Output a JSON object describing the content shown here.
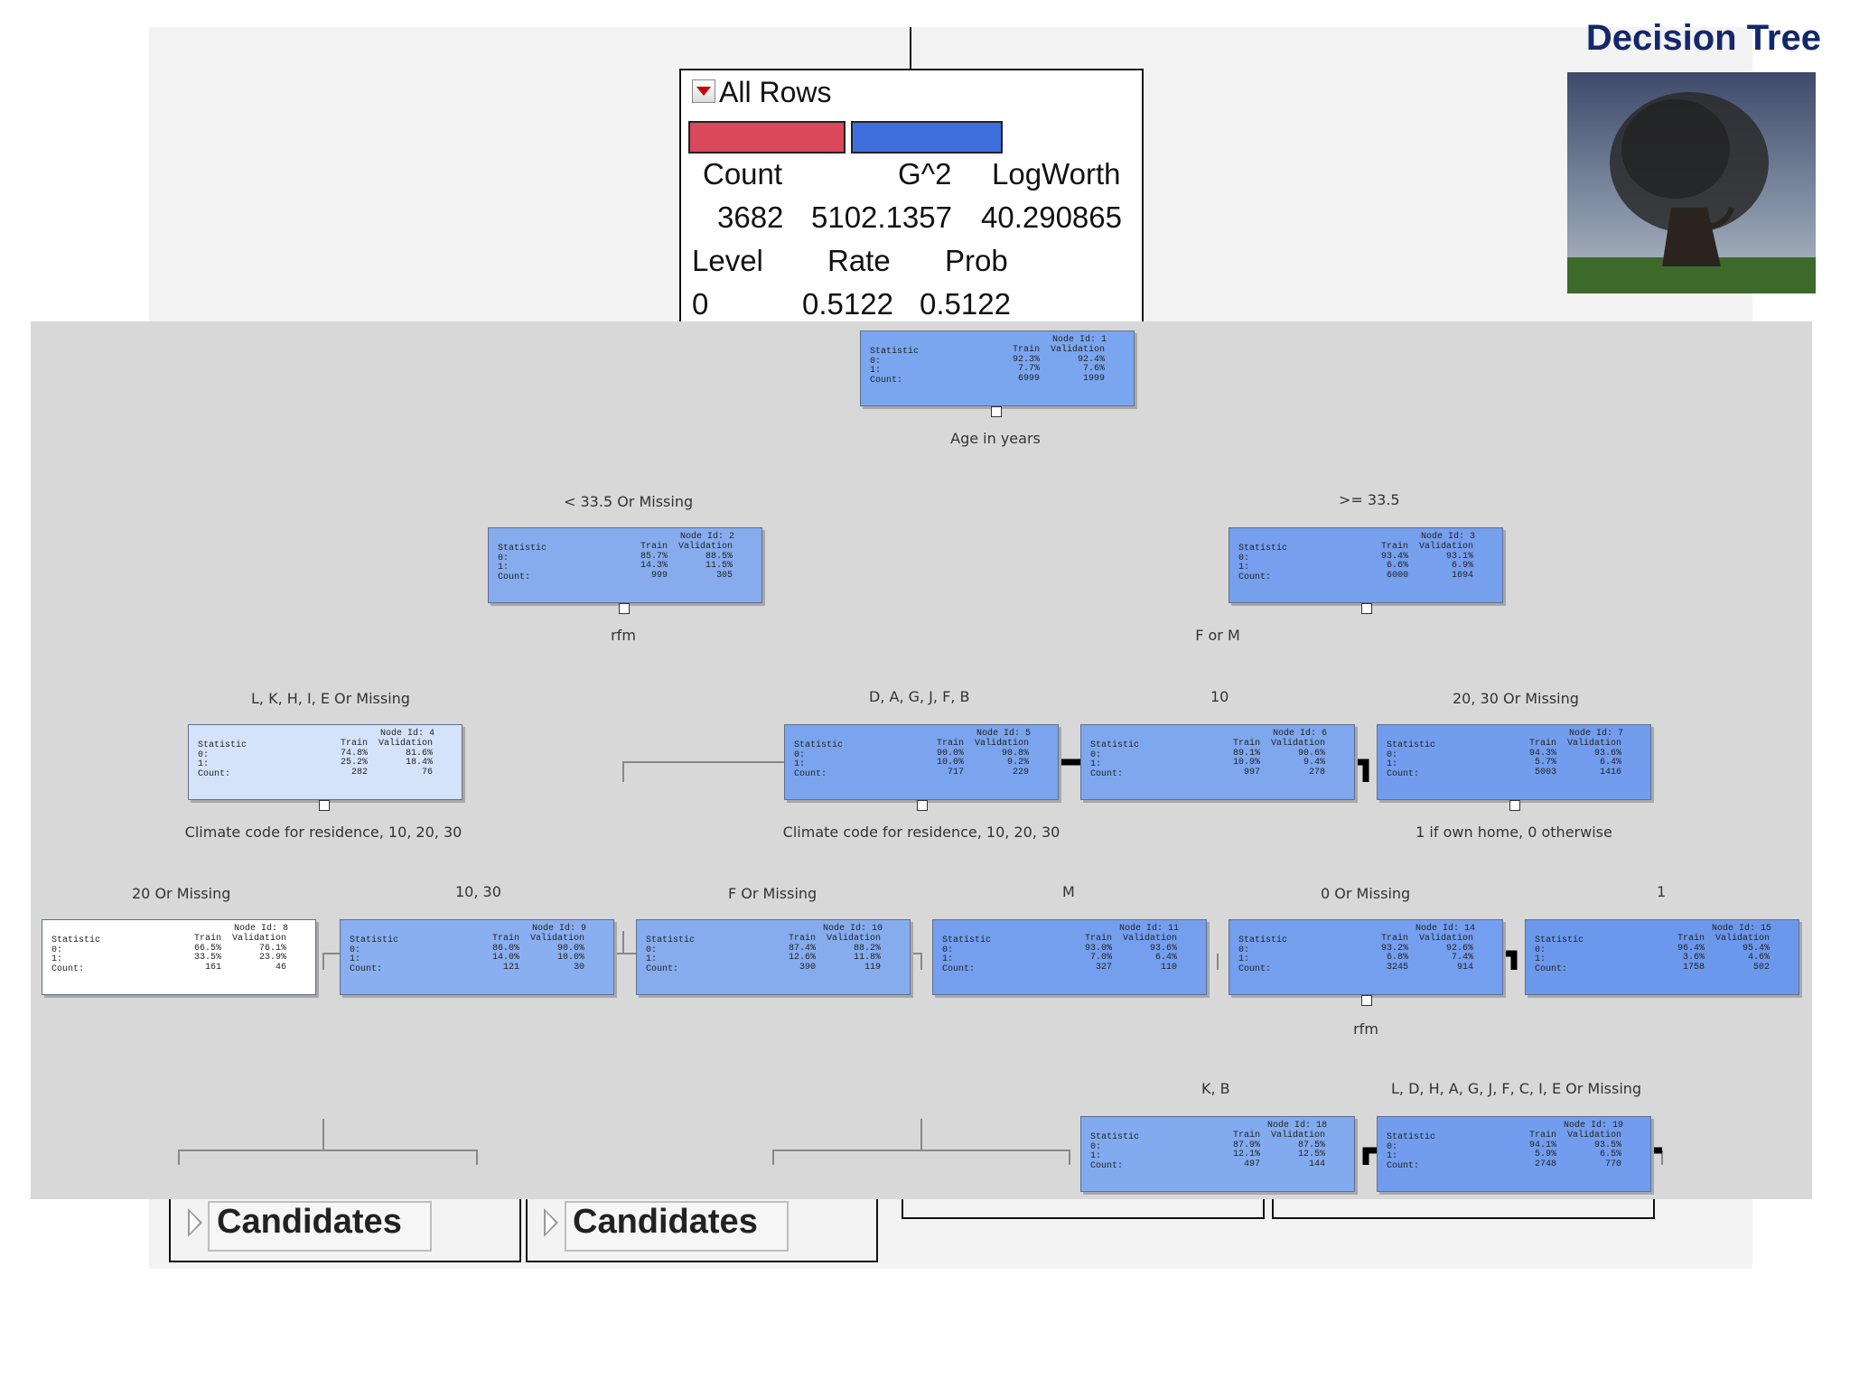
{
  "slide_title": "Decision Tree",
  "jmp_report": {
    "caption": "All Rows",
    "headers": [
      "Count",
      "G^2",
      "LogWorth"
    ],
    "values": [
      "3682",
      "5102.1357",
      "40.290865"
    ],
    "level_headers": [
      "Level",
      "Rate",
      "Prob"
    ],
    "level_values": [
      "0",
      "0.5122",
      "0.5122"
    ],
    "bar_colors": [
      "#d9485b",
      "#3f6fdc"
    ]
  },
  "candidates": [
    "Candidates",
    "Candidates"
  ],
  "tree": {
    "col_train": "Train",
    "col_valid": "Validation",
    "stat_label": "Statistic",
    "row_labels": [
      "0:",
      "1:",
      "Count:"
    ],
    "node_id_label": "Node Id:",
    "nodes": [
      {
        "id": "1",
        "train": [
          "92.3%",
          "7.7%",
          "6999"
        ],
        "valid": [
          "92.4%",
          "7.6%",
          "1999"
        ],
        "color": "#7aa6f0"
      },
      {
        "id": "2",
        "train": [
          "85.7%",
          "14.3%",
          "999"
        ],
        "valid": [
          "88.5%",
          "11.5%",
          "305"
        ],
        "color": "#86acee"
      },
      {
        "id": "3",
        "train": [
          "93.4%",
          "6.6%",
          "6000"
        ],
        "valid": [
          "93.1%",
          "6.9%",
          "1694"
        ],
        "color": "#769fee"
      },
      {
        "id": "4",
        "train": [
          "74.8%",
          "25.2%",
          "282"
        ],
        "valid": [
          "81.6%",
          "18.4%",
          "76"
        ],
        "color": "#d5e3fa"
      },
      {
        "id": "5",
        "train": [
          "90.0%",
          "10.0%",
          "717"
        ],
        "valid": [
          "90.8%",
          "9.2%",
          "229"
        ],
        "color": "#7aa4ee"
      },
      {
        "id": "6",
        "train": [
          "89.1%",
          "10.9%",
          "997"
        ],
        "valid": [
          "90.6%",
          "9.4%",
          "278"
        ],
        "color": "#7ea7ee"
      },
      {
        "id": "7",
        "train": [
          "94.3%",
          "5.7%",
          "5003"
        ],
        "valid": [
          "93.6%",
          "6.4%",
          "1416"
        ],
        "color": "#729dee"
      },
      {
        "id": "8",
        "train": [
          "66.5%",
          "33.5%",
          "161"
        ],
        "valid": [
          "76.1%",
          "23.9%",
          "46"
        ],
        "color": "#ffffff"
      },
      {
        "id": "9",
        "train": [
          "86.0%",
          "14.0%",
          "121"
        ],
        "valid": [
          "90.0%",
          "10.0%",
          "30"
        ],
        "color": "#8aaff0"
      },
      {
        "id": "10",
        "train": [
          "87.4%",
          "12.6%",
          "390"
        ],
        "valid": [
          "88.2%",
          "11.8%",
          "119"
        ],
        "color": "#86acee"
      },
      {
        "id": "11",
        "train": [
          "93.0%",
          "7.0%",
          "327"
        ],
        "valid": [
          "93.6%",
          "6.4%",
          "110"
        ],
        "color": "#749eee"
      },
      {
        "id": "14",
        "train": [
          "93.2%",
          "6.8%",
          "3245"
        ],
        "valid": [
          "92.6%",
          "7.4%",
          "914"
        ],
        "color": "#749eee"
      },
      {
        "id": "15",
        "train": [
          "96.4%",
          "3.6%",
          "1758"
        ],
        "valid": [
          "95.4%",
          "4.6%",
          "502"
        ],
        "color": "#6c98ec"
      },
      {
        "id": "18",
        "train": [
          "87.9%",
          "12.1%",
          "497"
        ],
        "valid": [
          "87.5%",
          "12.5%",
          "144"
        ],
        "color": "#82aaee"
      },
      {
        "id": "19",
        "train": [
          "94.1%",
          "5.9%",
          "2748"
        ],
        "valid": [
          "93.5%",
          "6.5%",
          "770"
        ],
        "color": "#729dee"
      }
    ],
    "splits": [
      "Age in years",
      "rfm",
      "Climate code for residence, 10, 20, 30",
      "Climate code for residence, 10, 20, 30",
      "F or M",
      "1 if own home, 0 otherwise",
      "rfm"
    ],
    "branches": [
      "< 33.5 Or Missing",
      ">= 33.5",
      "L, K, H, I, E Or Missing",
      "D, A, G, J, F, B",
      "10",
      "20, 30 Or Missing",
      "20 Or Missing",
      "10, 30",
      "F Or Missing",
      "M",
      "0 Or Missing",
      "1",
      "K, B",
      "L, D, H, A, G, J, F, C, I, E Or Missing"
    ]
  }
}
